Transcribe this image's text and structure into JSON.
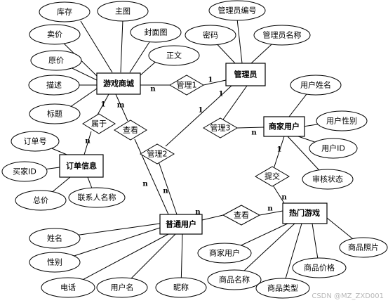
{
  "entities": {
    "game_store": "游戏商城",
    "admin": "管理员",
    "merchant_user": "商家用户",
    "order_info": "订单信息",
    "normal_user": "普通用户",
    "hot_game": "热门游戏"
  },
  "relationships": {
    "manage1": "管理1",
    "manage2": "管理2",
    "manage3": "管理3",
    "belongs": "属于",
    "view1": "查看",
    "view2": "查看",
    "submit": "提交"
  },
  "attributes": {
    "store_inventory": "库存",
    "store_theme": "主图",
    "store_cover": "封面图",
    "store_price": "卖价",
    "store_body": "正文",
    "store_original_price": "原价",
    "store_description": "描述",
    "store_title": "标题",
    "admin_number": "管理员编号",
    "admin_password": "密码",
    "admin_name": "管理员名称",
    "merchant_user_name": "用户姓名",
    "merchant_gender": "用户性别",
    "merchant_user_id": "用户ID",
    "merchant_audit_status": "审核状态",
    "order_number": "订单号",
    "order_buyer_id": "买家ID",
    "order_total": "总价",
    "order_contact_name": "联系人名称",
    "user_name": "姓名",
    "user_gender": "性别",
    "user_phone": "电话",
    "user_username": "用户名",
    "user_nickname": "昵称",
    "game_merchant_user": "商家用户",
    "game_name": "商品名称",
    "game_type": "商品类型",
    "game_price": "商品价格",
    "game_photo": "商品照片"
  },
  "cardinalities": {
    "c1": "n",
    "c2": "1",
    "c3": "1",
    "c4": "n",
    "c5": "m",
    "c6": "n",
    "c7": "n",
    "c8": "n",
    "c9": "n",
    "c10": "1",
    "c11": "1",
    "c12": "n",
    "c13": "1",
    "c14": "n"
  },
  "watermark": "CSDN @MZ_ZXD001"
}
